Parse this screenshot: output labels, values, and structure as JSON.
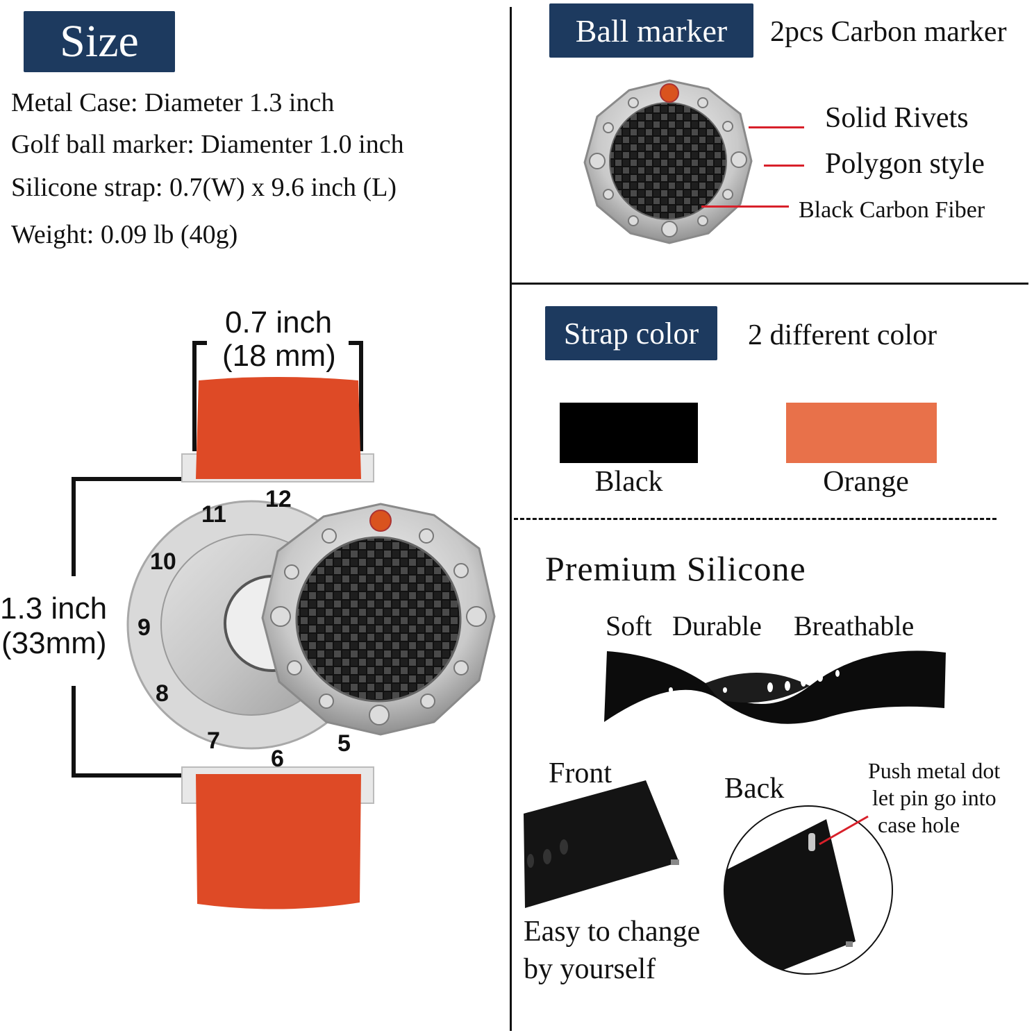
{
  "size_section": {
    "tag": "Size",
    "specs": [
      "Metal Case: Diameter 1.3 inch",
      "Golf ball marker: Diamenter 1.0 inch",
      "Silicone strap: 0.7(W) x 9.6 inch (L)",
      "Weight: 0.09 lb (40g)"
    ],
    "width_dim": {
      "line1": "0.7 inch",
      "line2": "(18 mm)"
    },
    "height_dim": {
      "line1": "1.3 inch",
      "line2": "(33mm)"
    },
    "dial_numbers": [
      "12",
      "11",
      "10",
      "9",
      "8",
      "7",
      "6",
      "5"
    ],
    "strap_color": "#de4a26"
  },
  "ball_marker": {
    "tag": "Ball marker",
    "subtitle": "2pcs Carbon marker",
    "callouts": [
      "Solid Rivets",
      "Polygon style",
      "Black Carbon Fiber"
    ]
  },
  "strap_color": {
    "tag": "Strap color",
    "subtitle": "2 different color",
    "swatches": [
      {
        "label": "Black",
        "color": "#000000"
      },
      {
        "label": "Orange",
        "color": "#e8714a"
      }
    ]
  },
  "premium": {
    "title": "Premium Silicone",
    "features": [
      "Soft",
      "Durable",
      "Breathable"
    ],
    "front_label": "Front",
    "back_label": "Back",
    "easy_line1": "Easy to change",
    "easy_line2": "by yourself",
    "push_lines": [
      "Push metal dot",
      "let pin go into",
      "case hole"
    ]
  }
}
